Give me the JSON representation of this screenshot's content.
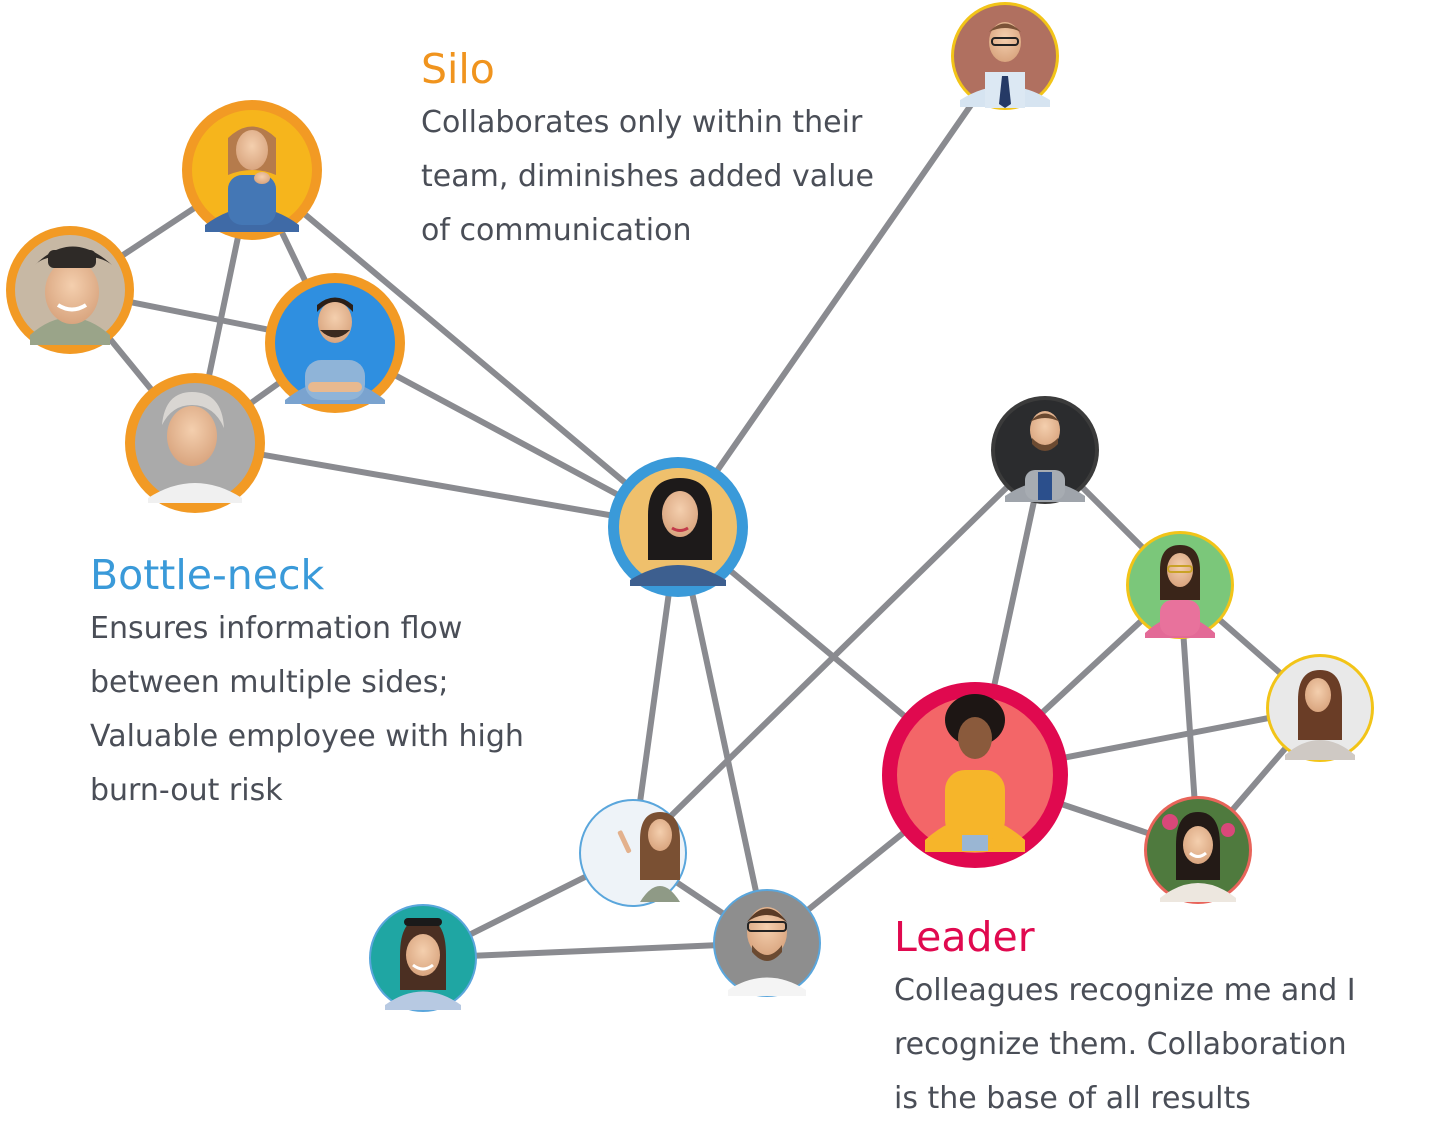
{
  "annotations": {
    "silo": {
      "title": "Silo",
      "lines": [
        "Collaborates only within their",
        "team, diminishes added value",
        "of communication"
      ]
    },
    "bottleneck": {
      "title": "Bottle-neck",
      "lines": [
        "Ensures information flow",
        "between multiple sides;",
        "Valuable employee with high",
        "burn-out risk"
      ]
    },
    "leader": {
      "title": "Leader",
      "lines": [
        "Colleagues recognize me and I",
        "recognize them. Collaboration",
        "is the base of all results"
      ]
    }
  },
  "colors": {
    "silo": "#f0941e",
    "bottleneck": "#3a9ad9",
    "leader": "#e0094f",
    "link": "#8a8b90",
    "yellow_ring": "#f2c418",
    "blue_ring": "#5aa6dc",
    "dark_ring": "#4a4a4a",
    "coral_ring": "#e8645a"
  }
}
